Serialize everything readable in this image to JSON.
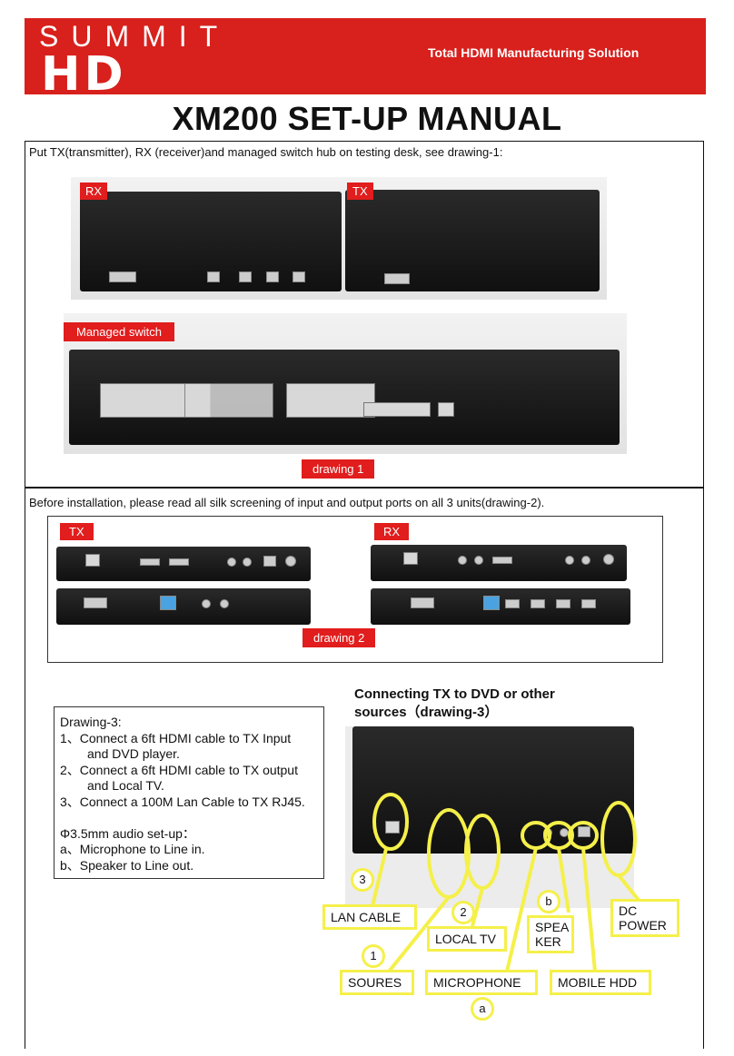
{
  "header": {
    "brand_top": "SUMMIT",
    "brand_bottom": "HD",
    "tagline": "Total HDMI Manufacturing Solution"
  },
  "title": "XM200 SET-UP MANUAL",
  "section1": {
    "text": "Put TX(transmitter), RX (receiver)and managed switch hub on testing desk, see drawing-1:",
    "tag_rx": "RX",
    "tag_tx": "TX",
    "tag_switch": "Managed switch",
    "caption": "drawing 1"
  },
  "section2": {
    "text": "Before installation, please read all silk screening of input and output ports on all 3 units(drawing-2).",
    "tag_tx": "TX",
    "tag_rx": "RX",
    "caption": "drawing 2"
  },
  "section3": {
    "heading_line1": "Connecting TX to DVD or other",
    "heading_line2": "sources（drawing-3）",
    "notes": [
      "Drawing-3:",
      "1、Connect a 6ft HDMI cable to TX Input",
      "      and DVD player.",
      "2、Connect a 6ft HDMI cable to TX output",
      "      and Local TV.",
      "3、Connect a 100M Lan Cable to TX RJ45.",
      "",
      "Φ3.5mm audio set-up：",
      "a、Microphone to Line in.",
      "b、Speaker to Line out."
    ],
    "labels": {
      "lan_cable": "LAN CABLE",
      "local_tv": "LOCAL TV",
      "speaker_1": "SPEA",
      "speaker_2": "KER",
      "dc_power_1": "DC",
      "dc_power_2": "POWER",
      "soures": "SOURES",
      "microphone": "MICROPHONE",
      "mobile_hdd": "MOBILE HDD"
    },
    "markers": {
      "m1": "1",
      "m2": "2",
      "m3": "3",
      "ma": "a",
      "mb": "b"
    }
  }
}
